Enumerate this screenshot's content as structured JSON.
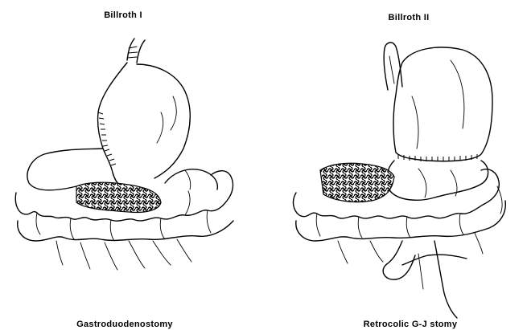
{
  "panels": [
    {
      "title": "Billroth I",
      "caption": "Gastroduodenostomy"
    },
    {
      "title": "Billroth II",
      "caption": "Retrocolic G-J stomy"
    }
  ]
}
